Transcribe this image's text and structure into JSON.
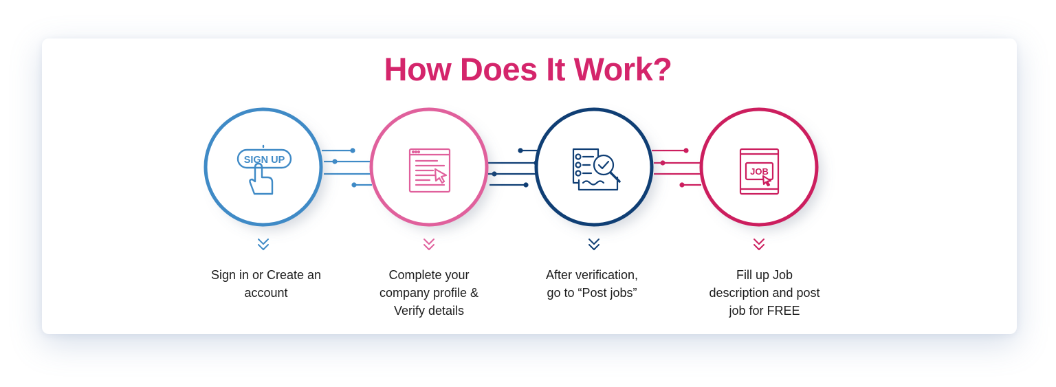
{
  "title": "How Does It Work?",
  "colors": {
    "title": "#d4256b",
    "step1": "#3f8ac6",
    "step2": "#e0609c",
    "step3": "#0f3e74",
    "step4": "#cc1e5e"
  },
  "steps": [
    {
      "icon": "sign-up-icon",
      "badge": "SIGN UP",
      "lines": [
        "Sign in or Create an",
        "account"
      ]
    },
    {
      "icon": "profile-form-icon",
      "badge": "",
      "lines": [
        "Complete your",
        "company profile &",
        "Verify details"
      ]
    },
    {
      "icon": "checklist-search-icon",
      "badge": "",
      "lines": [
        "After verification,",
        "go to “Post jobs”"
      ]
    },
    {
      "icon": "job-post-icon",
      "badge": "JOB",
      "lines": [
        "Fill up Job",
        "description and post",
        "job for FREE"
      ]
    }
  ]
}
